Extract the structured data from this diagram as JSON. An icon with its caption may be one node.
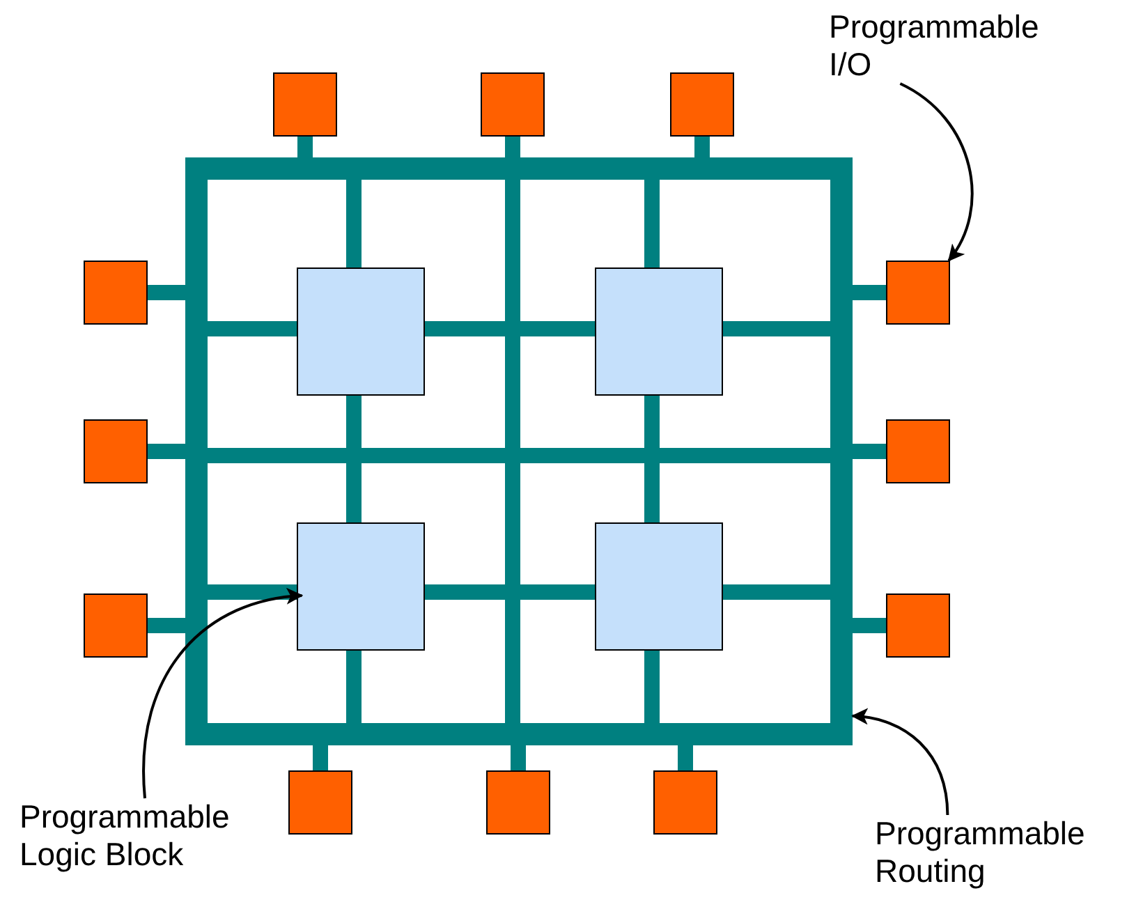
{
  "diagram": {
    "nodes": [
      {
        "text": [
          "Programmable I/O"
        ]
      },
      {
        "text": [],
        "shape": "box"
      },
      {
        "text": [],
        "shape": "box"
      },
      {
        "text": [],
        "shape": "box"
      },
      {
        "text": [],
        "shape": "box"
      },
      {
        "text": [],
        "shape": "box"
      },
      {
        "text": [],
        "shape": "box",
        "in": 4
      },
      {
        "text": [],
        "shape": "box",
        "in": 4
      },
      {
        "text": [],
        "shape": "box"
      },
      {
        "text": [],
        "shape": "box"
      },
      {
        "text": [],
        "shape": "box"
      },
      {
        "text": [],
        "shape": "box"
      },
      {
        "text": [],
        "shape": "box",
        "in": 4
      },
      {
        "text": [],
        "shape": "box",
        "in": 4
      },
      {
        "text": [],
        "shape": "box"
      },
      {
        "text": [],
        "shape": "box"
      },
      {
        "text": [],
        "shape": "box"
      },
      {
        "text": [],
        "shape": "box"
      },
      {
        "text": [
          "Programmable Logic Block"
        ]
      },
      {
        "text": [
          "Programmable Routing"
        ]
      }
    ],
    "edges": [
      {
        "from": 0,
        "to": 8,
        "arrow": "to",
        "color": "#000000"
      },
      {
        "from": 18,
        "to": 12,
        "arrow": "to",
        "color": "#000000"
      },
      {
        "from": 19,
        "to": 4,
        "arrow": "to",
        "color": "#000000"
      },
      {
        "from": 1,
        "to": 4,
        "arrow": "none"
      },
      {
        "from": 2,
        "to": 4,
        "arrow": "none"
      },
      {
        "from": 3,
        "to": 4,
        "arrow": "none"
      },
      {
        "from": 5,
        "to": 4,
        "arrow": "none"
      },
      {
        "from": 8,
        "to": 4,
        "arrow": "none"
      },
      {
        "from": 9,
        "to": 4,
        "arrow": "none"
      },
      {
        "from": 10,
        "to": 4,
        "arrow": "none"
      },
      {
        "from": 11,
        "to": 4,
        "arrow": "none"
      },
      {
        "from": 14,
        "to": 4,
        "arrow": "none"
      },
      {
        "from": 15,
        "to": 4,
        "arrow": "none"
      },
      {
        "from": 16,
        "to": 4,
        "arrow": "none"
      },
      {
        "from": 17,
        "to": 4,
        "arrow": "none"
      }
    ]
  }
}
